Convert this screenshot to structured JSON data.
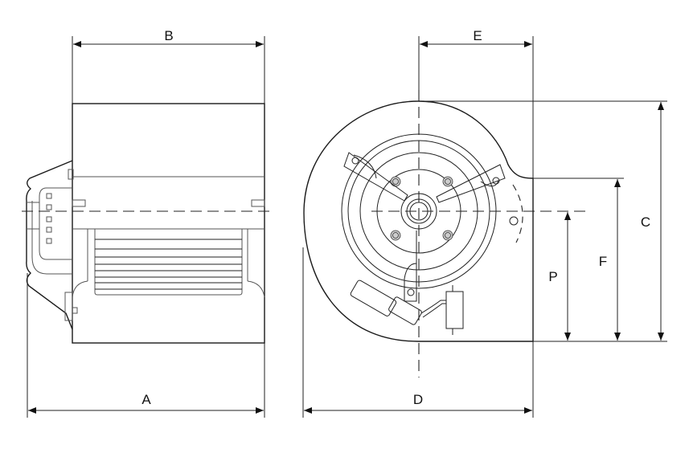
{
  "dimensions": {
    "A": "A",
    "B": "B",
    "C": "C",
    "D": "D",
    "E": "E",
    "F": "F",
    "P": "P"
  },
  "colors": {
    "line": "#1a1a1a",
    "bolt": "#cccccc"
  }
}
